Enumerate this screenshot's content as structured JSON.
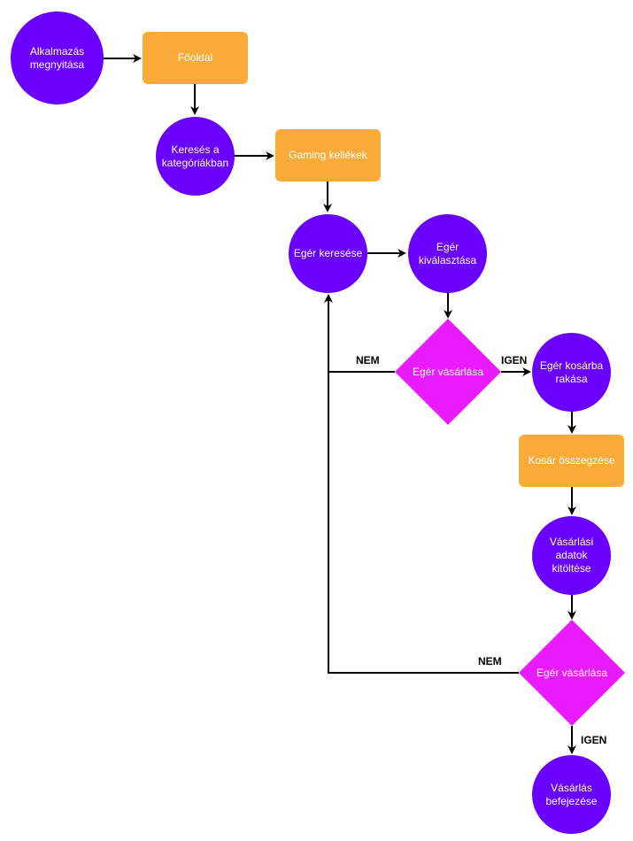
{
  "colors": {
    "process_circle": "#6a00ff",
    "page_box": "#fbab3a",
    "decision_diamond": "#e81cff",
    "edge": "#000000",
    "text_on_shape": "#ffffff"
  },
  "nodes": {
    "start": "Alkalmazás megnyitása",
    "home": "Főoldal",
    "search_categories": "Keresés a kategóriákban",
    "gaming": "Gaming kellékek",
    "mouse_search": "Egér keresése",
    "mouse_select": "Egér kiválasztása",
    "decision1": "Egér vásárlása",
    "add_to_cart": "Egér kosárba rakása",
    "cart_summary": "Kosár összegzése",
    "fill_data": "Vásárlási adatok kitöltése",
    "decision2": "Egér vásárlása",
    "finish": "Vásárlás befejezése"
  },
  "edge_labels": {
    "d1_no": "NEM",
    "d1_yes": "IGEN",
    "d2_no": "NEM",
    "d2_yes": "IGEN"
  }
}
